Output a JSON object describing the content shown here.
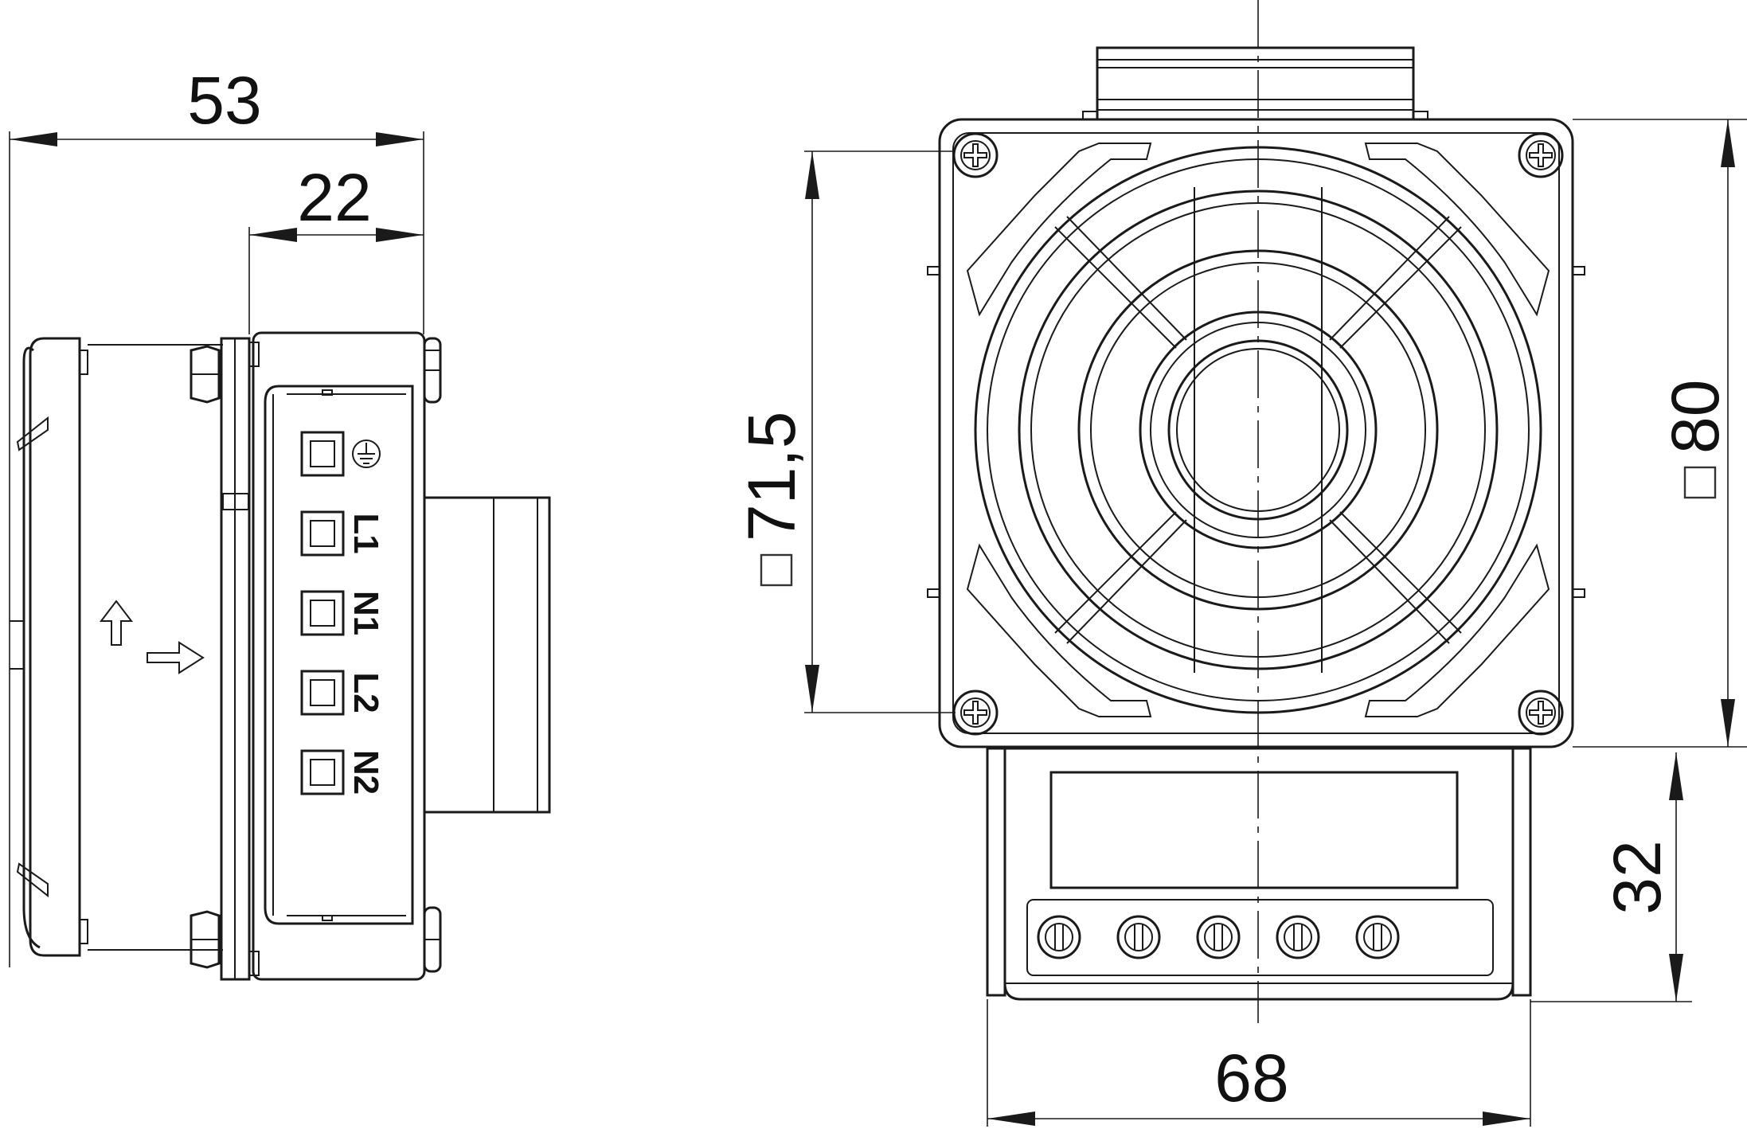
{
  "dimensions": {
    "overall_depth": "53",
    "connector_depth": "22",
    "fixing_hole_spacing": "71,5",
    "housing_size": "80",
    "terminal_block_height": "32",
    "terminal_block_width": "68"
  },
  "terminal_labels": [
    "L1",
    "N1",
    "L2",
    "N2"
  ],
  "colors": {
    "line": "#1a1a1a",
    "background": "#ffffff"
  },
  "icons": [
    "earth-ground-icon",
    "airflow-up-arrow-icon",
    "airflow-right-arrow-icon",
    "square-symbol-icon"
  ]
}
